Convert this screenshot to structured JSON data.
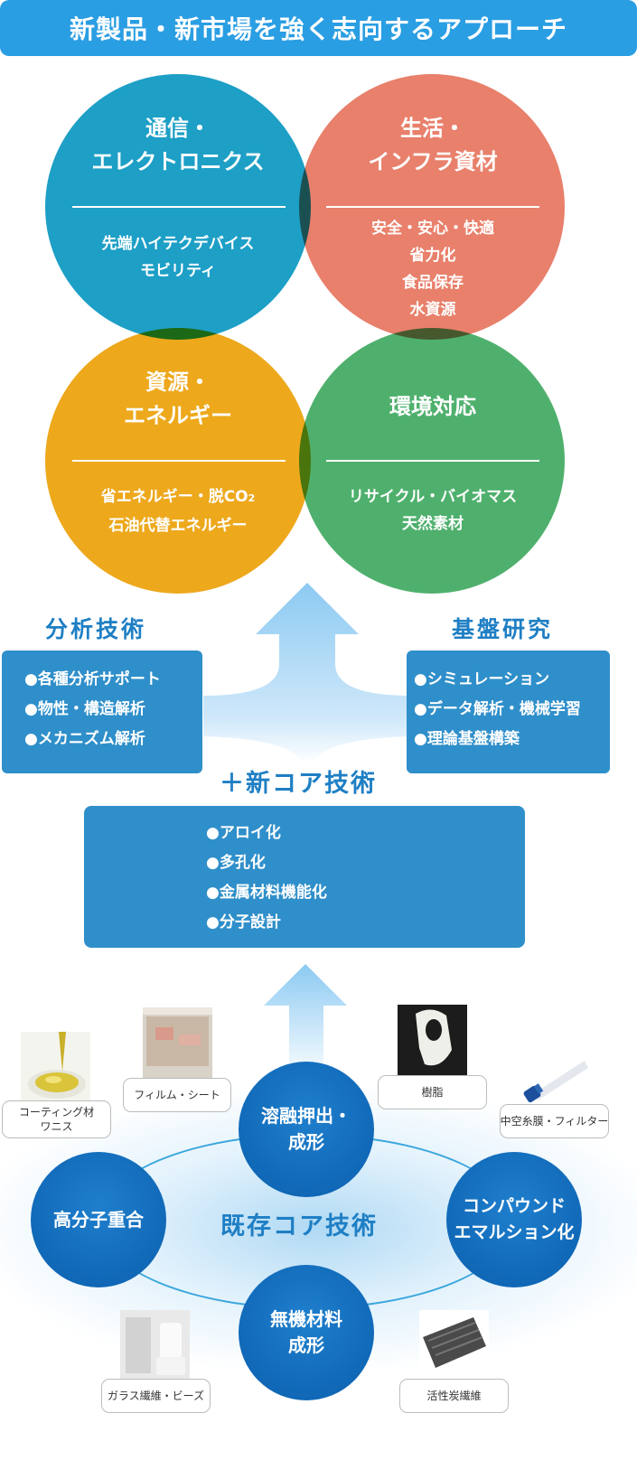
{
  "header": {
    "title": "新製品・新市場を強く志向するアプローチ"
  },
  "markets": [
    {
      "title1": "通信・",
      "title2": "エレクトロニクス",
      "items": [
        "先端ハイテクデバイス",
        "モビリティ"
      ],
      "color": "#1d9fc6"
    },
    {
      "title1": "生活・",
      "title2": "インフラ資材",
      "items": [
        "安全・安心・快適",
        "省力化",
        "食品保存",
        "水資源"
      ],
      "color": "#e8806b"
    },
    {
      "title1": "資源・",
      "title2": "エネルギー",
      "items": [
        "省エネルギー・脱CO",
        "石油代替エネルギー"
      ],
      "subscript": "2",
      "color": "#eda81c"
    },
    {
      "title1": "環境対応",
      "items": [
        "リサイクル・バイオマス",
        "天然素材"
      ],
      "color": "#4fb06d"
    }
  ],
  "analysis": {
    "label": "分析技術",
    "items": [
      "●各種分析サポート",
      "●物性・構造解析",
      "●メカニズム解析"
    ]
  },
  "research": {
    "label": "基盤研究",
    "items": [
      "●シミュレーション",
      "●データ解析・機械学習",
      "●理論基盤構築"
    ]
  },
  "new_core": {
    "label": "＋新コア技術",
    "items": [
      "●アロイ化",
      "●多孔化",
      "●金属材料機能化",
      "●分子設計"
    ]
  },
  "existing_core": {
    "label": "既存コア技術",
    "techs": {
      "melt": [
        "溶融押出・",
        "成形"
      ],
      "polymer": [
        "高分子重合"
      ],
      "compound": [
        "コンパウンド",
        "エマルション化"
      ],
      "inorganic": [
        "無機材料",
        "成形"
      ]
    }
  },
  "products": {
    "coating": [
      "コーティング材",
      "ワニス"
    ],
    "film": "フィルム・シート",
    "resin": "樹脂",
    "membrane": "中空糸膜・フィルター",
    "glass": "ガラス繊維・ビーズ",
    "carbon": "活性炭繊維"
  },
  "colors": {
    "banner": "#2a9ee3",
    "box": "#2f8fca",
    "label": "#1f7fc4",
    "tech": "#0a5fae",
    "arrow": "#a6d4f4"
  }
}
